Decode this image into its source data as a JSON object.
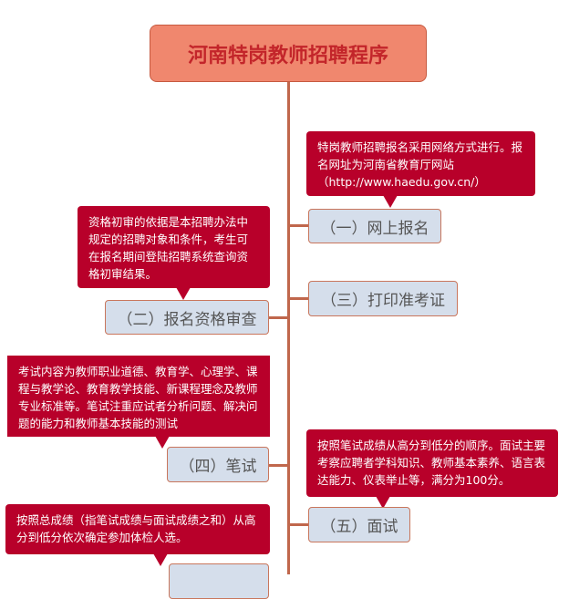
{
  "title": "河南特岗教师招聘程序",
  "steps": [
    {
      "label": "（一）网上报名",
      "note": "特岗教师招聘报名采用网络方式进行。报名网址为河南省教育厅网站（http://www.haedu.gov.cn/）"
    },
    {
      "label": "（二）报名资格审查",
      "note": "资格初审的依据是本招聘办法中规定的招聘对象和条件，考生可在报名期间登陆招聘系统查询资格初审结果。"
    },
    {
      "label": "（三）打印准考证"
    },
    {
      "label": "（四）笔试",
      "note": "考试内容为教师职业道德、教育学、心理学、课程与教学论、教育教学技能、新课程理念及教师专业标准等。笔试注重应试者分析问题、解决问题的能力和教师基本技能的测试"
    },
    {
      "label": "（五）面试",
      "note": "按照笔试成绩从高分到低分的顺序。面试主要考察应聘者学科知识、教师基本素养、语言表达能力、仪表举止等，满分为100分。"
    },
    {
      "note": "按照总成绩（指笔试成绩与面试成绩之和）从高分到低分依次确定参加体检人选。"
    }
  ]
}
